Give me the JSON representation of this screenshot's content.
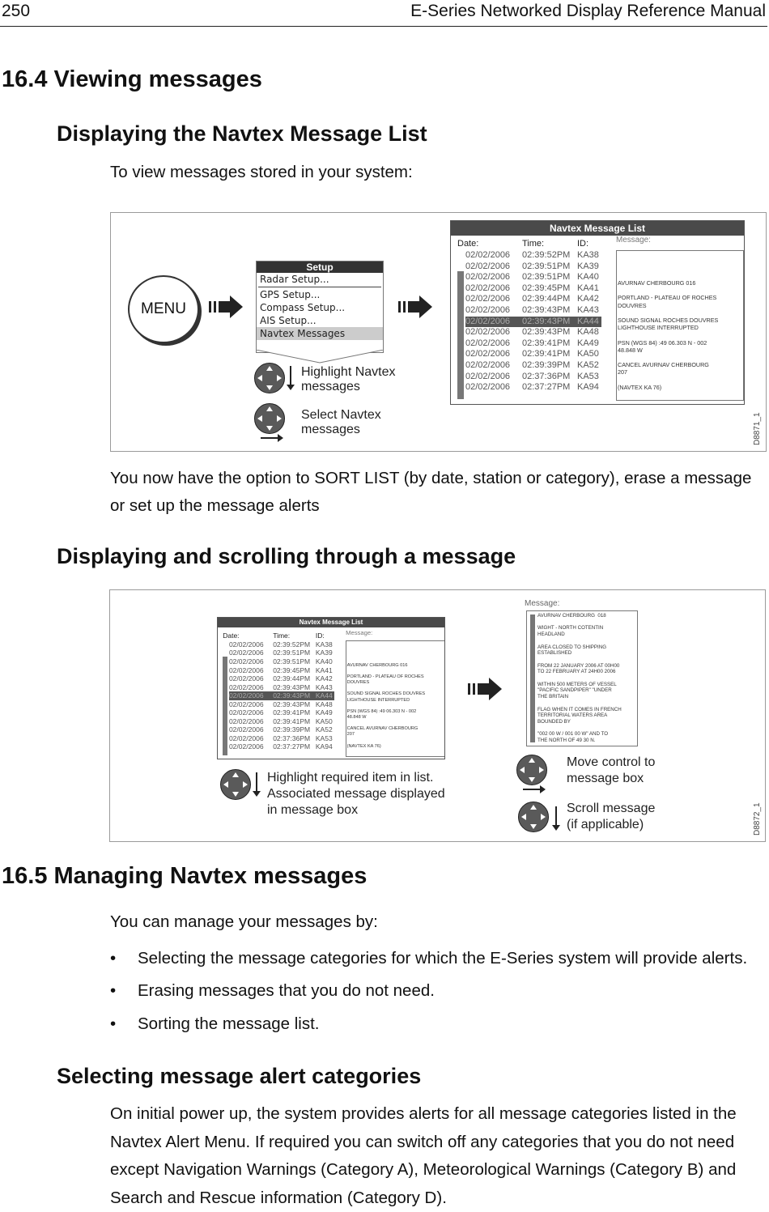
{
  "header": {
    "page_number": "250",
    "title": "E-Series Networked Display Reference Manual"
  },
  "section_16_4": {
    "heading": "16.4 Viewing messages"
  },
  "sub1": {
    "heading": "Displaying the Navtex Message List",
    "intro": "To view messages stored in your system:",
    "after": "You now have the option to SORT LIST (by date, station or category), erase a message or set up the message alerts"
  },
  "fig1": {
    "menu_label": "MENU",
    "setup_title": "Setup",
    "setup_items": [
      "Radar Setup...",
      "GPS Setup...",
      "Compass Setup...",
      "AIS Setup...",
      "Navtex Messages"
    ],
    "cap_highlight": [
      "Highlight Navtex",
      "messages"
    ],
    "cap_select": [
      "Select Navtex",
      "messages"
    ],
    "id": "D8871_1"
  },
  "navtex_list": {
    "title": "Navtex Message List",
    "col_date": "Date:",
    "col_time": "Time:",
    "col_id": "ID:",
    "col_message": "Message:",
    "rows": [
      [
        "02/02/2006",
        "02:39:52PM",
        "KA38"
      ],
      [
        "02/02/2006",
        "02:39:51PM",
        "KA39"
      ],
      [
        "02/02/2006",
        "02:39:51PM",
        "KA40"
      ],
      [
        "02/02/2006",
        "02:39:45PM",
        "KA41"
      ],
      [
        "02/02/2006",
        "02:39:44PM",
        "KA42"
      ],
      [
        "02/02/2006",
        "02:39:43PM",
        "KA43"
      ],
      [
        "02/02/2006",
        "02:39:43PM",
        "KA44"
      ],
      [
        "02/02/2006",
        "02:39:43PM",
        "KA48"
      ],
      [
        "02/02/2006",
        "02:39:41PM",
        "KA49"
      ],
      [
        "02/02/2006",
        "02:39:41PM",
        "KA50"
      ],
      [
        "02/02/2006",
        "02:39:39PM",
        "KA52"
      ],
      [
        "02/02/2006",
        "02:37:36PM",
        "KA53"
      ],
      [
        "02/02/2006",
        "02:37:27PM",
        "KA94"
      ]
    ],
    "highlight_index": 6,
    "message_lines": [
      "AVURNAV CHERBOURG 016",
      "",
      "PORTLAND - PLATEAU OF ROCHES",
      "DOUVRES",
      "",
      "SOUND SIGNAL ROCHES DOUVRES",
      "LIGHTHOUSE INTERRUPTED",
      "",
      "PSN (WGS 84) :49 06.303 N - 002",
      "48.848 W",
      "",
      "CANCEL AVURNAV CHERBOURG",
      "207",
      "",
      "(NAVTEX KA 76)"
    ]
  },
  "sub2": {
    "heading": "Displaying and scrolling through a message"
  },
  "fig2": {
    "cap_highlight": [
      "Highlight required item in list.",
      "Associated message displayed",
      "in message box"
    ],
    "cap_move": [
      "Move control to",
      "message box"
    ],
    "cap_scroll": [
      "Scroll message",
      "(if applicable)"
    ],
    "message_label": "Message:",
    "message_lines": [
      "AVURNAV CHERBOURG  018",
      "",
      "WIGHT - NORTH COTENTIN",
      "HEADLAND",
      "",
      "AREA CLOSED TO SHIPPING",
      "ESTABLISHED",
      "",
      "FROM 22 JANUARY 2006 AT 00H00",
      "TO 22 FEBRUARY AT 24H00 2006",
      "",
      "WITHIN 500 METERS OF VESSEL",
      "\"PACIFIC SANDPIPER\" \"UNDER",
      "THE BRITAIN",
      "",
      "FLAG WHEN IT COMES IN FRENCH",
      "TERRITORIAL WATERS AREA",
      "BOUNDED BY",
      "",
      "\"002 00 W / 001 00 W\" AND TO",
      "THE NORTH OF 49 30 N."
    ],
    "id": "D8872_1"
  },
  "section_16_5": {
    "heading": "16.5 Managing Navtex messages",
    "intro": "You can manage your messages by:",
    "bullets": [
      "Selecting the message categories for which the E-Series system will provide alerts.",
      "Erasing messages that you do not need.",
      "Sorting the message list."
    ]
  },
  "sub3": {
    "heading": "Selecting message alert categories",
    "para_lines": [
      "On initial power up, the system provides alerts for all message categories listed in the",
      "Navtex Alert Menu. If required you can switch off any categories that you do not need",
      "except Navigation Warnings (Category A), Meteorological Warnings (Category B) and",
      "Search and Rescue information (Category D)."
    ]
  }
}
